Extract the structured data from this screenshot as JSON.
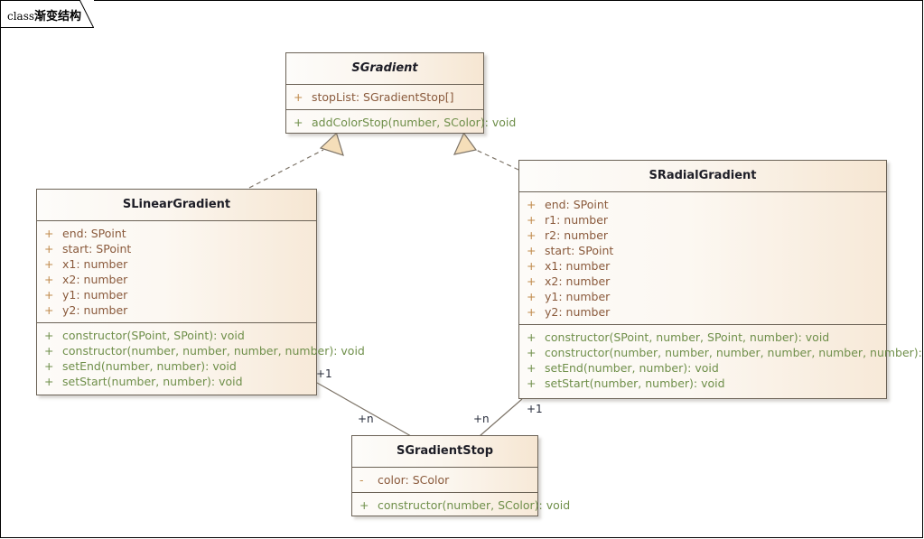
{
  "diagram": {
    "frame_label_keyword": "class",
    "frame_label_name": "渐变结构"
  },
  "colors": {
    "box_border": "#6b6256",
    "header_gradient_from": "#fdfcfa",
    "header_gradient_to": "#f6e6d2",
    "body_gradient_from": "#fdfbf8",
    "body_gradient_to": "#f7e9d8",
    "attribute_text": "#8a5a3c",
    "attribute_visibility": "#c08a4a",
    "method_text": "#6f8f4a",
    "class_name_text": "#1d1d26",
    "connector_line": "#7d7468",
    "arrow_fill": "#f5deb9",
    "multiplicity_text": "#262b3a"
  },
  "classes": {
    "sgradient": {
      "name": "SGradient",
      "abstract": true,
      "attributes": [
        {
          "visibility": "+",
          "text": "stopList: SGradientStop[]"
        }
      ],
      "methods": [
        {
          "visibility": "+",
          "text": "addColorStop(number, SColor): void"
        }
      ]
    },
    "slineargradient": {
      "name": "SLinearGradient",
      "abstract": false,
      "attributes": [
        {
          "visibility": "+",
          "text": "end: SPoint"
        },
        {
          "visibility": "+",
          "text": "start: SPoint"
        },
        {
          "visibility": "+",
          "text": "x1: number"
        },
        {
          "visibility": "+",
          "text": "x2: number"
        },
        {
          "visibility": "+",
          "text": "y1: number"
        },
        {
          "visibility": "+",
          "text": "y2: number"
        }
      ],
      "methods": [
        {
          "visibility": "+",
          "text": "constructor(SPoint, SPoint): void"
        },
        {
          "visibility": "+",
          "text": "constructor(number, number, number, number): void"
        },
        {
          "visibility": "+",
          "text": "setEnd(number, number): void"
        },
        {
          "visibility": "+",
          "text": "setStart(number, number): void"
        }
      ]
    },
    "sradialgradient": {
      "name": "SRadialGradient",
      "abstract": false,
      "attributes": [
        {
          "visibility": "+",
          "text": "end: SPoint"
        },
        {
          "visibility": "+",
          "text": "r1: number"
        },
        {
          "visibility": "+",
          "text": "r2: number"
        },
        {
          "visibility": "+",
          "text": "start: SPoint"
        },
        {
          "visibility": "+",
          "text": "x1: number"
        },
        {
          "visibility": "+",
          "text": "x2: number"
        },
        {
          "visibility": "+",
          "text": "y1: number"
        },
        {
          "visibility": "+",
          "text": "y2: number"
        }
      ],
      "methods": [
        {
          "visibility": "+",
          "text": "constructor(SPoint, number, SPoint, number): void"
        },
        {
          "visibility": "+",
          "text": "constructor(number, number, number, number, number, number): void"
        },
        {
          "visibility": "+",
          "text": "setEnd(number, number): void"
        },
        {
          "visibility": "+",
          "text": "setStart(number, number): void"
        }
      ]
    },
    "sgradientstop": {
      "name": "SGradientStop",
      "abstract": false,
      "attributes": [
        {
          "visibility": "-",
          "text": "color: SColor"
        }
      ],
      "methods": [
        {
          "visibility": "+",
          "text": "constructor(number, SColor): void"
        }
      ]
    }
  },
  "relations": {
    "linear_realizes_gradient": {
      "type": "realization",
      "from": "SLinearGradient",
      "to": "SGradient"
    },
    "radial_realizes_gradient": {
      "type": "realization",
      "from": "SRadialGradient",
      "to": "SGradient"
    },
    "linear_to_stop": {
      "type": "association",
      "from": "SLinearGradient",
      "to": "SGradientStop",
      "source_multiplicity": "+1",
      "target_multiplicity": "+n"
    },
    "radial_to_stop": {
      "type": "association",
      "from": "SRadialGradient",
      "to": "SGradientStop",
      "source_multiplicity": "+1",
      "target_multiplicity": "+n"
    }
  }
}
